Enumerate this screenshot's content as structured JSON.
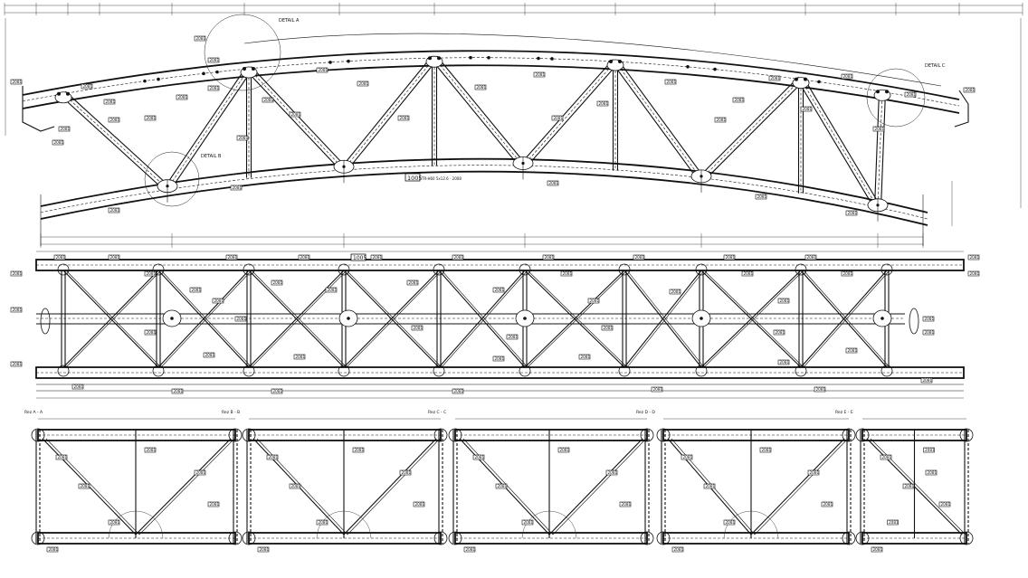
{
  "main_mark": "1005",
  "main_mark_note": "TR-H60 5x12.6 - 2008",
  "details": [
    "DETAIL A",
    "DETAIL B",
    "DETAIL C"
  ],
  "section_views": [
    "Rez A - A",
    "Rez B - B",
    "Rez C - C",
    "Rez D - D",
    "Rez E - E"
  ],
  "member_tag": "2081",
  "colors": {
    "line": "#111111",
    "background": "#ffffff"
  }
}
